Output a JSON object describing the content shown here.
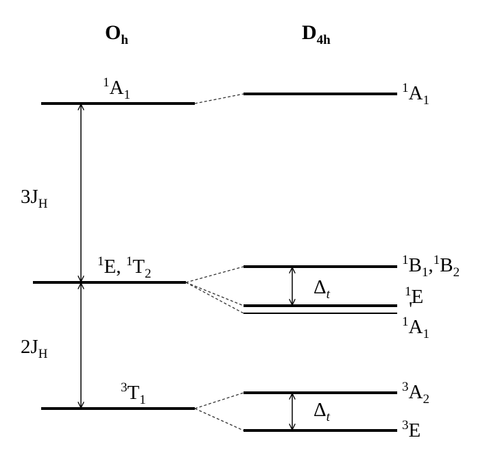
{
  "headers": {
    "left": {
      "main": "O",
      "sub": "h"
    },
    "right": {
      "main": "D",
      "sub": "4h"
    }
  },
  "oh_levels": {
    "a1": {
      "sup": "1",
      "main": "A",
      "sub": "1"
    },
    "e_t2": {
      "sup1": "1",
      "main1": "E, ",
      "sup2": "1",
      "main2": "T",
      "sub2": "2"
    },
    "t1": {
      "sup": "3",
      "main": "T",
      "sub": "1"
    }
  },
  "d4h_levels": {
    "a1": {
      "sup": "1",
      "main": "A",
      "sub": "1"
    },
    "b1b2": {
      "sup1": "1",
      "main1": "B",
      "sub1": "1",
      "comma": ",",
      "sup2": "1",
      "main2": "B",
      "sub2": "2"
    },
    "e": {
      "sup": "1",
      "main": "E"
    },
    "a1_prime": {
      "sup": "1",
      "main": "A",
      "sub": "1",
      "prime": "'"
    },
    "a2": {
      "sup": "3",
      "main": "A",
      "sub": "2"
    },
    "e3": {
      "sup": "3",
      "main": "E"
    }
  },
  "gaps": {
    "upper": {
      "main": "3J",
      "sub": "H"
    },
    "lower": {
      "main": "2J",
      "sub": "H"
    }
  },
  "splittings": {
    "singlet": {
      "main": "Δ",
      "sub": "t"
    },
    "triplet": {
      "main": "Δ",
      "sub": "t"
    }
  }
}
